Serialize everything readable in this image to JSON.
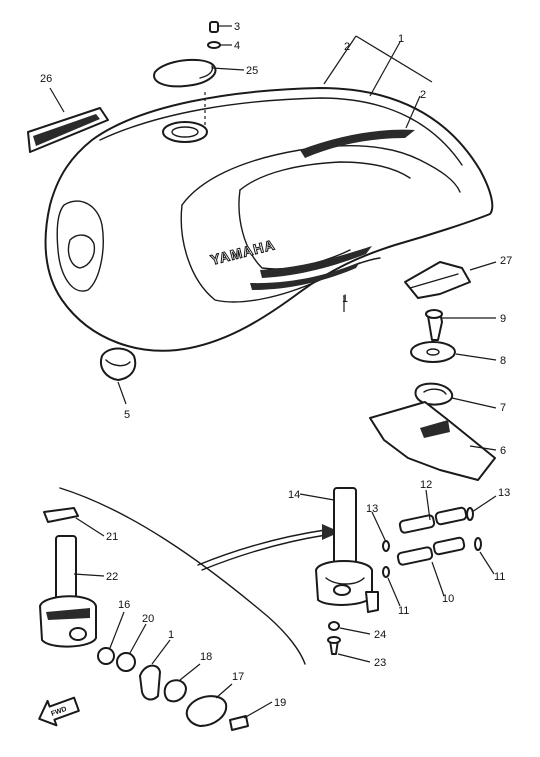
{
  "diagram": {
    "brand_mark": "YAMAHA",
    "direction_arrow": "FWD",
    "callouts": {
      "c1a": "1",
      "c1b": "1",
      "c1c": "1",
      "c2a": "2",
      "c2b": "2",
      "c3": "3",
      "c4": "4",
      "c5": "5",
      "c6": "6",
      "c7": "7",
      "c8": "8",
      "c9": "9",
      "c10": "10",
      "c11a": "11",
      "c11b": "11",
      "c12": "12",
      "c13a": "13",
      "c13b": "13",
      "c14": "14",
      "c16": "16",
      "c17": "17",
      "c18": "18",
      "c19": "19",
      "c20": "20",
      "c21": "21",
      "c22": "22",
      "c23": "23",
      "c24": "24",
      "c25": "25",
      "c26": "26",
      "c27": "27"
    }
  }
}
